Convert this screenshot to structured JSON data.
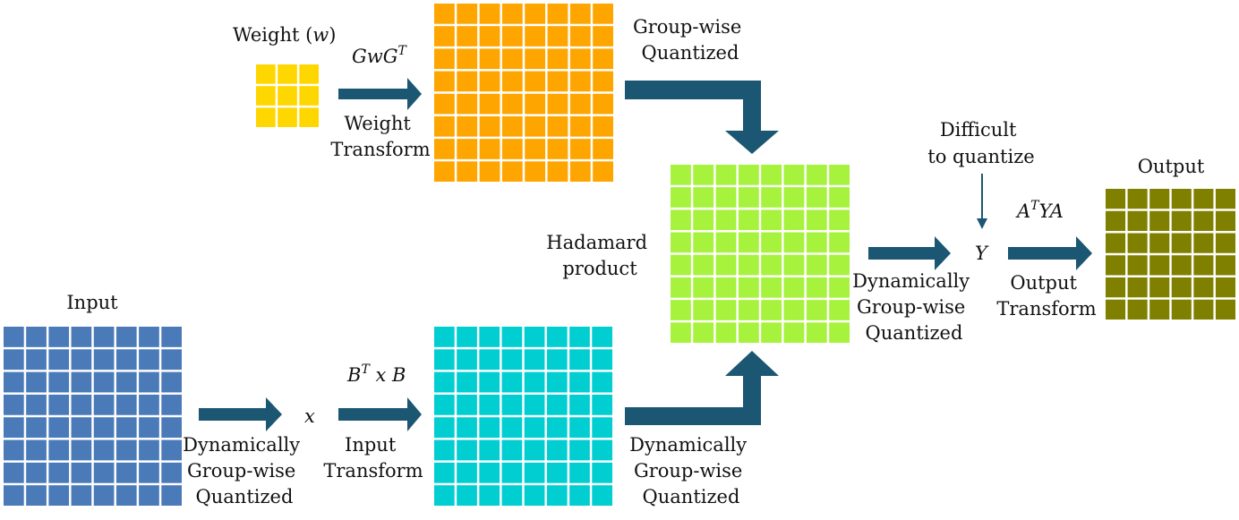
{
  "weight": {
    "label_main": "Weight (",
    "label_var": "w",
    "label_close": ")",
    "color": "#FFD700",
    "grid": 3
  },
  "weight_transform": {
    "formula_base": "GwG",
    "formula_sup": "T",
    "label_line1": "Weight",
    "label_line2": "Transform"
  },
  "transformed_weight": {
    "color": "#FFA500",
    "grid": 8
  },
  "weight_quant": {
    "line1": "Group-wise",
    "line2": "Quantized"
  },
  "input": {
    "label": "Input",
    "color": "#4A7AB7",
    "grid": 8
  },
  "input_quant": {
    "line1": "Dynamically",
    "line2": "Group-wise",
    "line3": "Quantized"
  },
  "x_symbol": "x",
  "input_transform": {
    "formula_b": "B",
    "formula_sup": "T",
    "formula_rest": " x B",
    "label_line1": "Input",
    "label_line2": "Transform"
  },
  "transformed_input": {
    "color": "#00CED1",
    "grid": 8
  },
  "input_side_quant": {
    "line1": "Dynamically",
    "line2": "Group-wise",
    "line3": "Quantized"
  },
  "hadamard": {
    "line1": "Hadamard",
    "line2": "product",
    "color": "#A6F23C",
    "grid": 8
  },
  "hadamard_quant": {
    "line1": "Dynamically",
    "line2": "Group-wise",
    "line3": "Quantized"
  },
  "difficult": {
    "line1": "Difficult",
    "line2": "to quantize"
  },
  "y_symbol": "Y",
  "output_transform": {
    "formula_a": "A",
    "formula_sup": "T",
    "formula_rest": "YA",
    "label_line1": "Output",
    "label_line2": "Transform"
  },
  "output": {
    "label": "Output",
    "color": "#808000",
    "rows": 6,
    "cols": 6
  },
  "arrow_color": "#1B5673"
}
